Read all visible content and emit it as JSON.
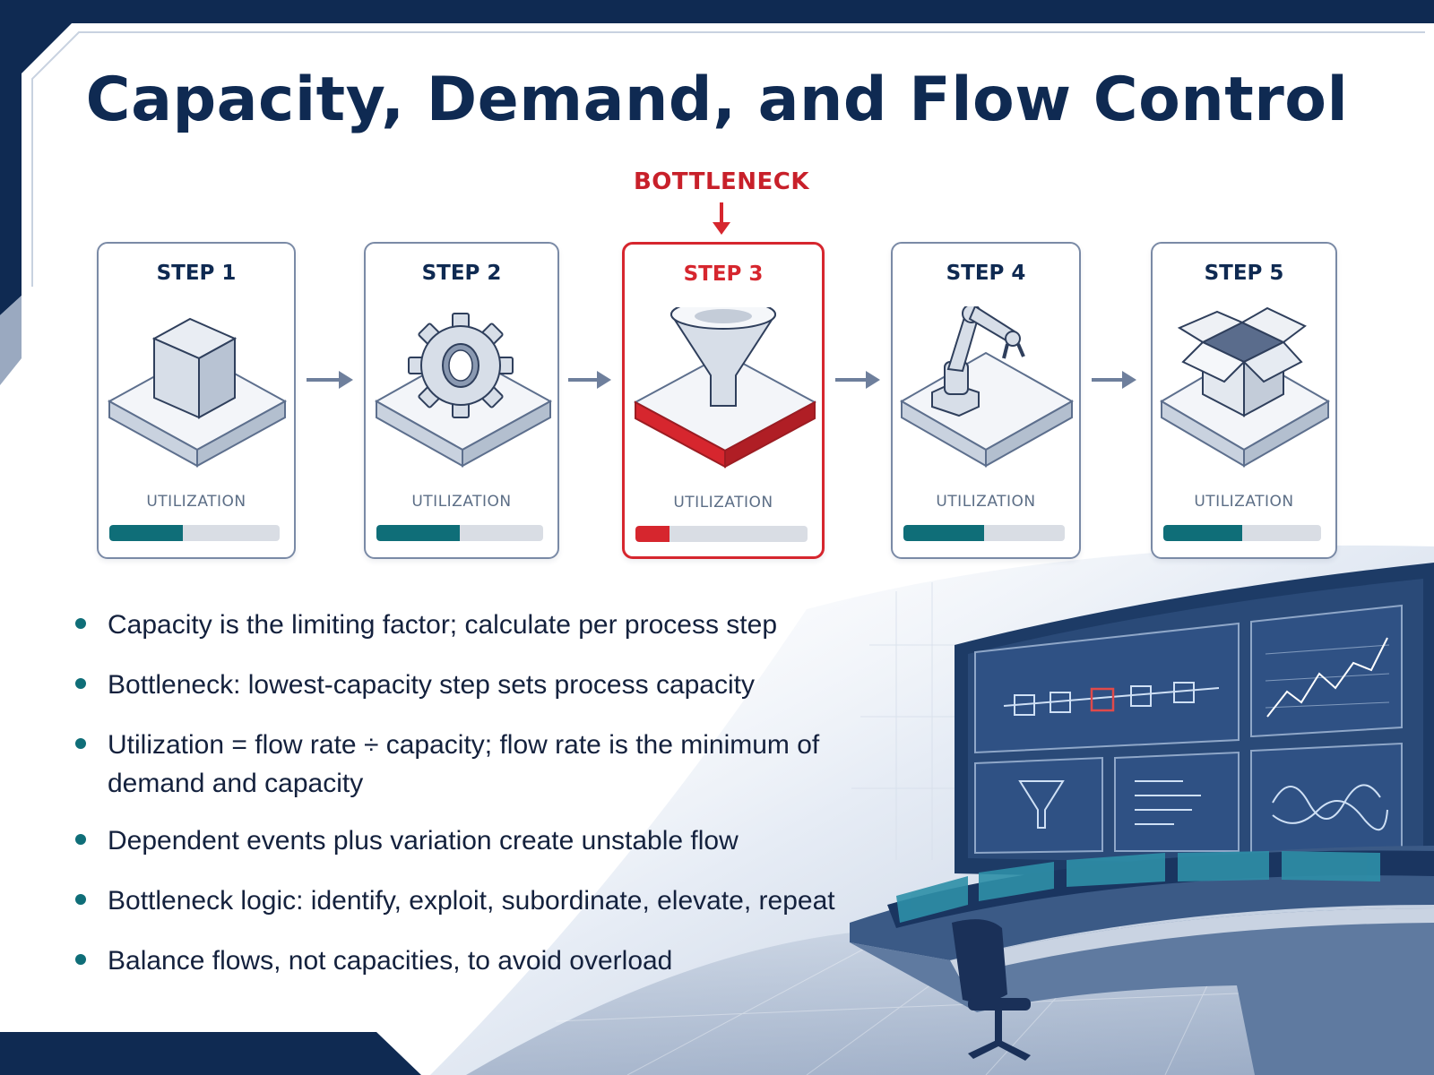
{
  "title": "Capacity, Demand, and Flow Control",
  "bottleneck_label": "BOTTLENECK",
  "steps": [
    {
      "label": "STEP 1",
      "icon": "cube-icon",
      "utilization_label": "UTILIZATION",
      "utilization": 0.43,
      "bottleneck": false
    },
    {
      "label": "STEP 2",
      "icon": "gear-icon",
      "utilization_label": "UTILIZATION",
      "utilization": 0.5,
      "bottleneck": false
    },
    {
      "label": "STEP 3",
      "icon": "funnel-icon",
      "utilization_label": "UTILIZATION",
      "utilization": 0.2,
      "bottleneck": true
    },
    {
      "label": "STEP 4",
      "icon": "robot-arm-icon",
      "utilization_label": "UTILIZATION",
      "utilization": 0.5,
      "bottleneck": false
    },
    {
      "label": "STEP 5",
      "icon": "open-box-icon",
      "utilization_label": "UTILIZATION",
      "utilization": 0.5,
      "bottleneck": false
    }
  ],
  "bullets": [
    "Capacity is the limiting factor; calculate per process step",
    "Bottleneck: lowest-capacity step sets process capacity",
    "Utilization = flow rate ÷ capacity; flow rate is the minimum of demand and capacity",
    "Dependent events plus variation create unstable flow",
    "Bottleneck logic: identify, exploit, subordinate, elevate, repeat",
    "Balance flows, not capacities, to avoid overload"
  ],
  "colors": {
    "navy": "#0f2a52",
    "bottleneck_red": "#d6262e",
    "teal": "#0f6e78",
    "track_gray": "#d9dde4"
  },
  "illustration": {
    "subject": "control-room-illustration",
    "icons": [
      "process-flow-diagram-icon",
      "line-chart-icon",
      "funnel-icon",
      "text-lines-icon",
      "wave-chart-icon",
      "office-chair-icon"
    ]
  }
}
